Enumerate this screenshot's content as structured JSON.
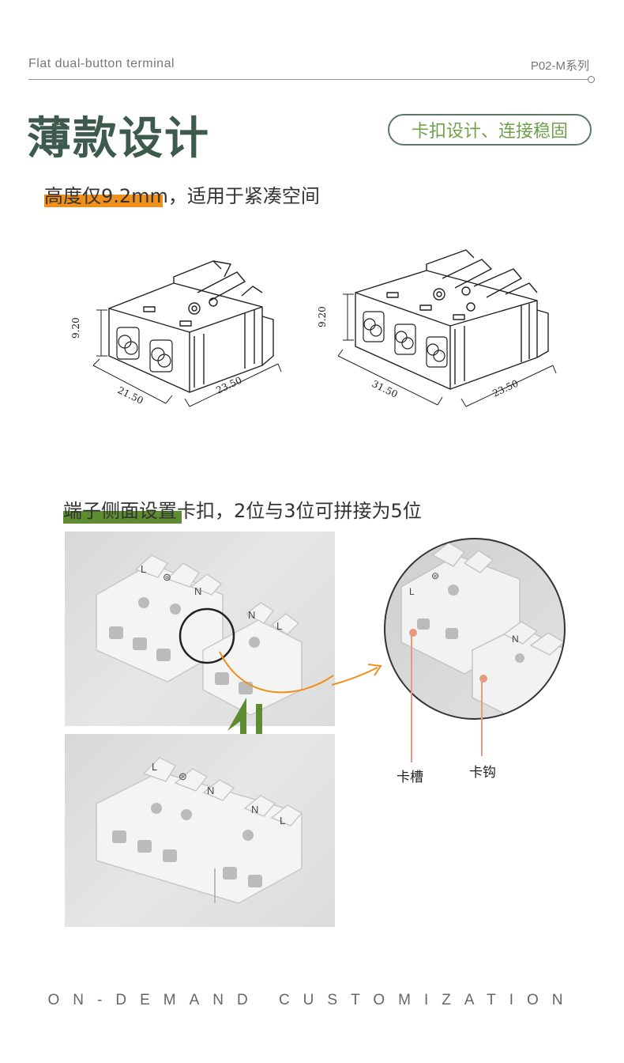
{
  "header": {
    "left": "Flat dual-button terminal",
    "right": "P02-M系列"
  },
  "title": "薄款设计",
  "pill": "卡扣设计、连接稳固",
  "section1": {
    "subtitle": "高度仅9.2mm，适用于紧凑空间",
    "accent": "#f0901c"
  },
  "diagram": {
    "left": {
      "height": "9.20",
      "width": "21.50",
      "depth": "23.50"
    },
    "right": {
      "height": "9.20",
      "width": "31.50",
      "depth": "23.50"
    }
  },
  "section2": {
    "subtitle": "端子侧面设置卡扣，2位与3位可拼接为5位",
    "accent": "#5e8c31"
  },
  "callouts": {
    "slot": "卡槽",
    "hook": "卡钩"
  },
  "markings": {
    "l": "L",
    "n": "N",
    "e": "⊜"
  },
  "footer": "ON-DEMAND CUSTOMIZATION",
  "colors": {
    "title": "#3e5a4c",
    "pill_text": "#6fa14b",
    "arrow_green": "#5e8c31",
    "arrow_orange": "#f0901c",
    "callout_line": "#e79b7e"
  }
}
